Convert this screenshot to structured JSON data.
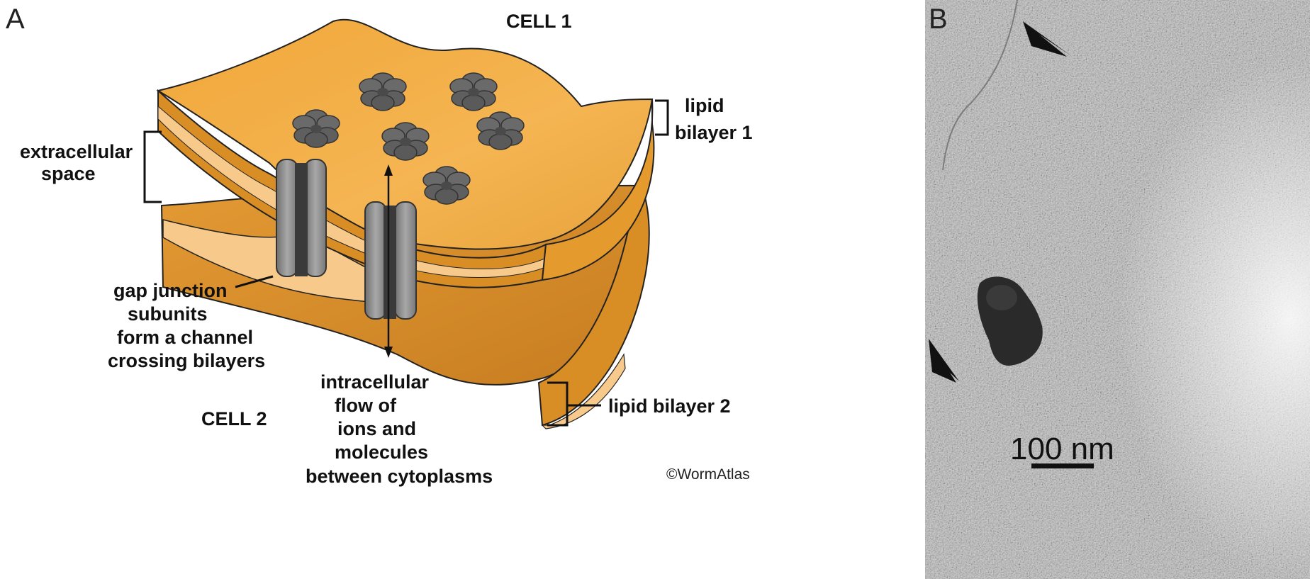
{
  "panel_a": {
    "letter": "A",
    "cell1": "CELL 1",
    "cell2": "CELL 2",
    "lipid_bilayer_1": [
      "lipid",
      "bilayer 1"
    ],
    "lipid_bilayer_2": "lipid bilayer 2",
    "extracellular_space": [
      "extracellular",
      "space"
    ],
    "gap_junction": [
      "gap junction",
      "subunits",
      "form a channel",
      "crossing bilayers"
    ],
    "intracellular_flow": [
      "intracellular",
      "flow of",
      "ions and",
      "molecules",
      "between cytoplasms"
    ],
    "credit": "©WormAtlas"
  },
  "panel_b": {
    "letter": "B",
    "scale_bar": "100 nm"
  },
  "colors": {
    "membrane_top": "#f2ad3f",
    "membrane_layer": "#d98d25",
    "membrane_band": "#f7c98a",
    "protein": "#6b6b6b",
    "channel": "#8e8e8e",
    "micrograph_bg": "#c9c9c9"
  }
}
